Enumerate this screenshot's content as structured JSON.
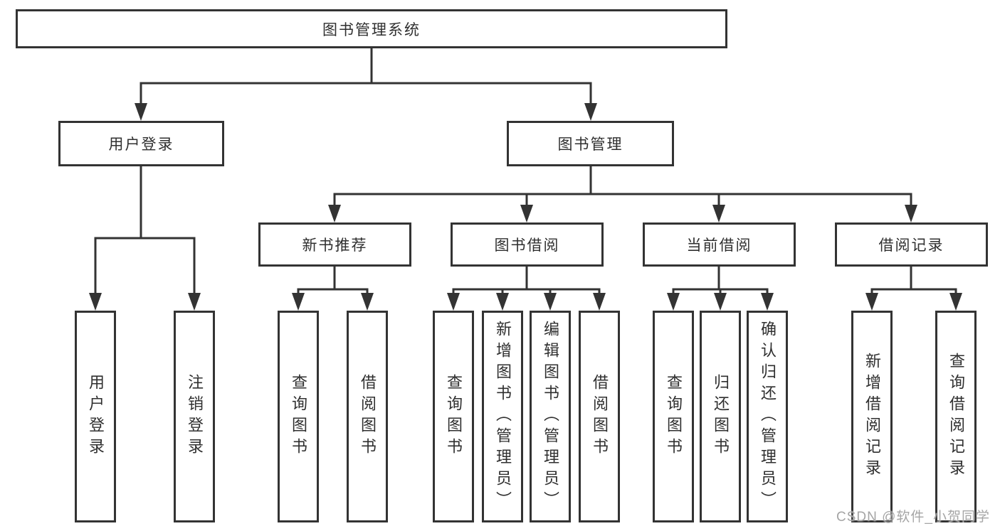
{
  "colors": {
    "line": "#333333",
    "text": "#2f2f2f",
    "watermark": "#a5a5a5",
    "background": "#ffffff"
  },
  "watermark": "CSDN @软件_小贺同学",
  "tree": {
    "label": "图书管理系统",
    "children": [
      {
        "label": "用户登录",
        "children": [
          {
            "label": "用户登录"
          },
          {
            "label": "注销登录"
          }
        ]
      },
      {
        "label": "图书管理",
        "children": [
          {
            "label": "新书推荐",
            "children": [
              {
                "label": "查询图书"
              },
              {
                "label": "借阅图书"
              }
            ]
          },
          {
            "label": "图书借阅",
            "children": [
              {
                "label": "查询图书"
              },
              {
                "label": "新增图书（管理员）"
              },
              {
                "label": "编辑图书（管理员）"
              },
              {
                "label": "借阅图书"
              }
            ]
          },
          {
            "label": "当前借阅",
            "children": [
              {
                "label": "查询图书"
              },
              {
                "label": "归还图书"
              },
              {
                "label": "确认归还（管理员）"
              }
            ]
          },
          {
            "label": "借阅记录",
            "children": [
              {
                "label": "新增借阅记录"
              },
              {
                "label": "查询借阅记录"
              }
            ]
          }
        ]
      }
    ]
  }
}
